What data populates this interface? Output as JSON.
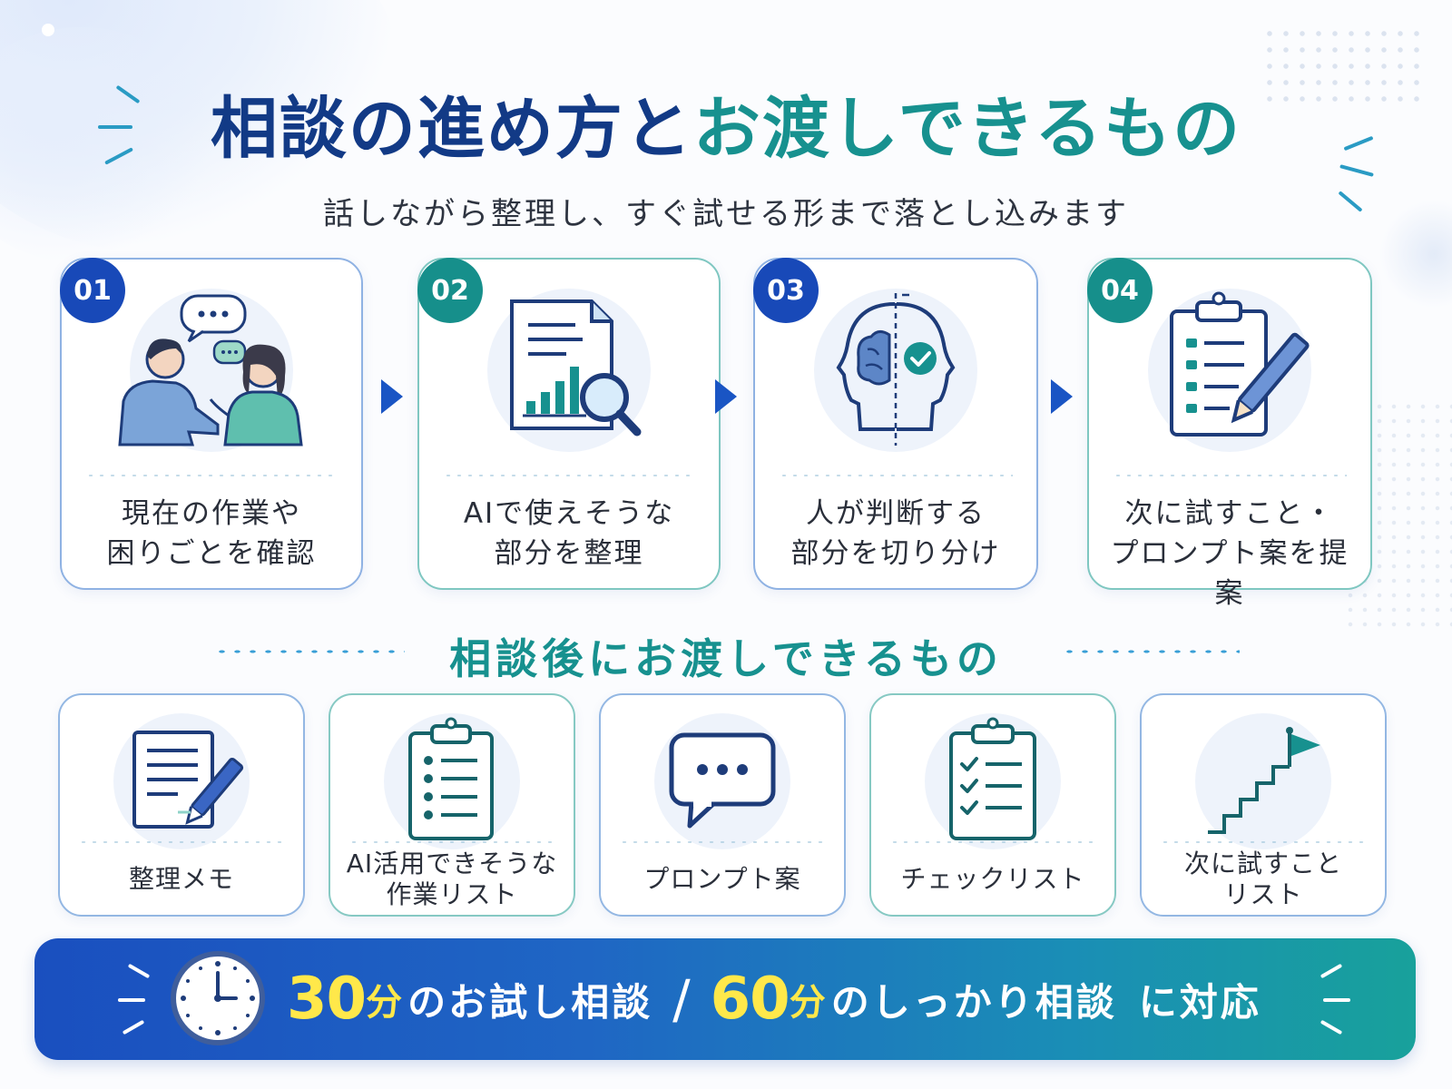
{
  "header": {
    "title_part1": "相談の進め方と",
    "title_part2": "お渡しできるもの",
    "subtitle": "話しながら整理し、すぐ試せる形まで落とし込みます"
  },
  "steps": [
    {
      "number": "01",
      "line1": "現在の作業や",
      "line2": "困りごとを確認",
      "icon": "consultation-icon"
    },
    {
      "number": "02",
      "line1": "AIで使えそうな",
      "line2": "部分を整理",
      "icon": "document-analysis-icon"
    },
    {
      "number": "03",
      "line1": "人が判断する",
      "line2": "部分を切り分け",
      "icon": "brain-check-icon"
    },
    {
      "number": "04",
      "line1": "次に試すこと・",
      "line2": "プロンプト案を提案",
      "icon": "clipboard-pencil-icon"
    }
  ],
  "deliverables_section": {
    "title": "相談後にお渡しできるもの"
  },
  "deliverables": [
    {
      "line1": "整理メモ",
      "line2": "",
      "icon": "memo-pencil-icon"
    },
    {
      "line1": "AI活用できそうな",
      "line2": "作業リスト",
      "icon": "task-list-icon"
    },
    {
      "line1": "プロンプト案",
      "line2": "",
      "icon": "speech-bubble-icon"
    },
    {
      "line1": "チェックリスト",
      "line2": "",
      "icon": "checklist-icon"
    },
    {
      "line1": "次に試すこと",
      "line2": "リスト",
      "icon": "stairs-flag-icon"
    }
  ],
  "banner": {
    "num1": "30",
    "unit1": "分",
    "text1": "のお試し相談",
    "slash": "/",
    "num2": "60",
    "unit2": "分",
    "text2": "のしっかり相談",
    "tail": "に対応",
    "icon": "clock-icon"
  },
  "colors": {
    "navy": "#123a86",
    "teal": "#17918f",
    "blue": "#1849b8",
    "yellow": "#ffe84a"
  }
}
